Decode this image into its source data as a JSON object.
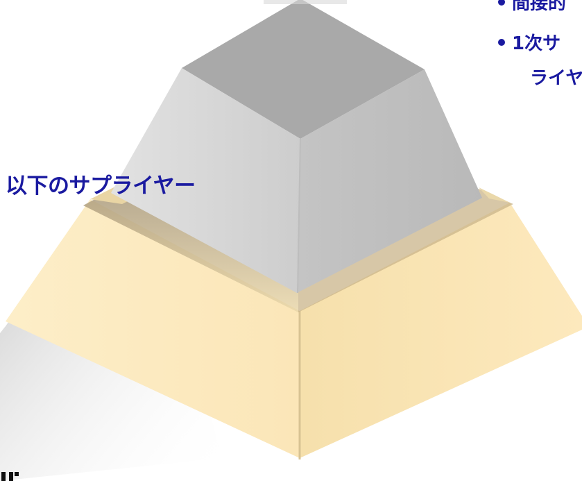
{
  "labels": {
    "left_label": "以下のサプライヤー",
    "bullet_1": "間接的",
    "bullet_2": "1次サ",
    "bullet_2_cont": "ライヤ"
  },
  "colors": {
    "text": "#1a1aa0",
    "top_tier": "#c8c8c8",
    "bottom_tier": "#fde8b8"
  }
}
